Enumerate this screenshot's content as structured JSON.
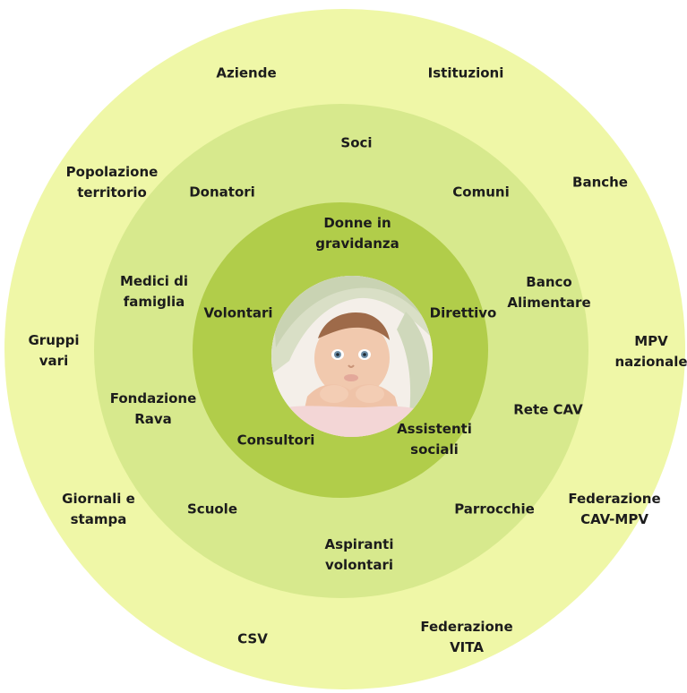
{
  "outer_ring": {
    "items": [
      "Aziende",
      "Istituzioni",
      "Popolazione\nterritorio",
      "Banche",
      "Gruppi\nvari",
      "MPV\nnazionale",
      "Giornali e\nstampa",
      "Federazione\nCAV-MPV",
      "CSV",
      "Federazione\nVITA"
    ]
  },
  "middle_ring": {
    "items": [
      "Soci",
      "Donatori",
      "Comuni",
      "Medici di\nfamiglia",
      "Banco\nAlimentare",
      "Fondazione\nRava",
      "Rete CAV",
      "Scuole",
      "Parrocchie",
      "Aspiranti\nvolontari"
    ]
  },
  "inner_ring": {
    "items": [
      "Donne in\ngravidanza",
      "Volontari",
      "Direttivo",
      "Consultori",
      "Assistenti\nsociali"
    ]
  },
  "center": {
    "image": "baby-under-blanket-photo"
  },
  "colors": {
    "outer": "#eff7a7",
    "middle": "#d7e98d",
    "inner": "#b1cd4a",
    "text": "#1c1c1c"
  }
}
